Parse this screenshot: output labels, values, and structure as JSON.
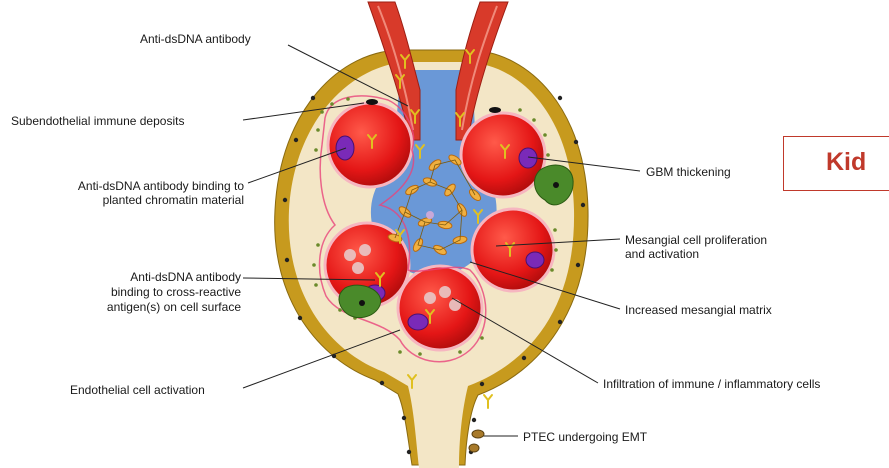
{
  "labels": {
    "anti_dsdna": "Anti-dsDNA antibody",
    "subendothelial": "Subendothelial immune deposits",
    "binding_chromatin_1": "Anti-dsDNA antibody binding to",
    "binding_chromatin_2": "planted chromatin material",
    "cross_reactive_1": "Anti-dsDNA antibody",
    "cross_reactive_2": "binding to cross-reactive",
    "cross_reactive_3": "antigen(s) on cell surface",
    "endothelial": "Endothelial cell activation",
    "gbm": "GBM thickening",
    "mesangial_1": "Mesangial cell proliferation",
    "mesangial_2": "and activation",
    "matrix": "Increased mesangial matrix",
    "infiltration": "Infiltration of immune / inflammatory cells",
    "ptec": "PTEC undergoing EMT"
  },
  "callout": {
    "text": "Kid"
  },
  "colors": {
    "capsule": "#c79a1e",
    "capsule_fill": "#f3e6c6",
    "capillary": "#e01818",
    "mesangium": "#5b8fd8",
    "artery": "#d83a2a",
    "callout_border": "#c0392b"
  }
}
